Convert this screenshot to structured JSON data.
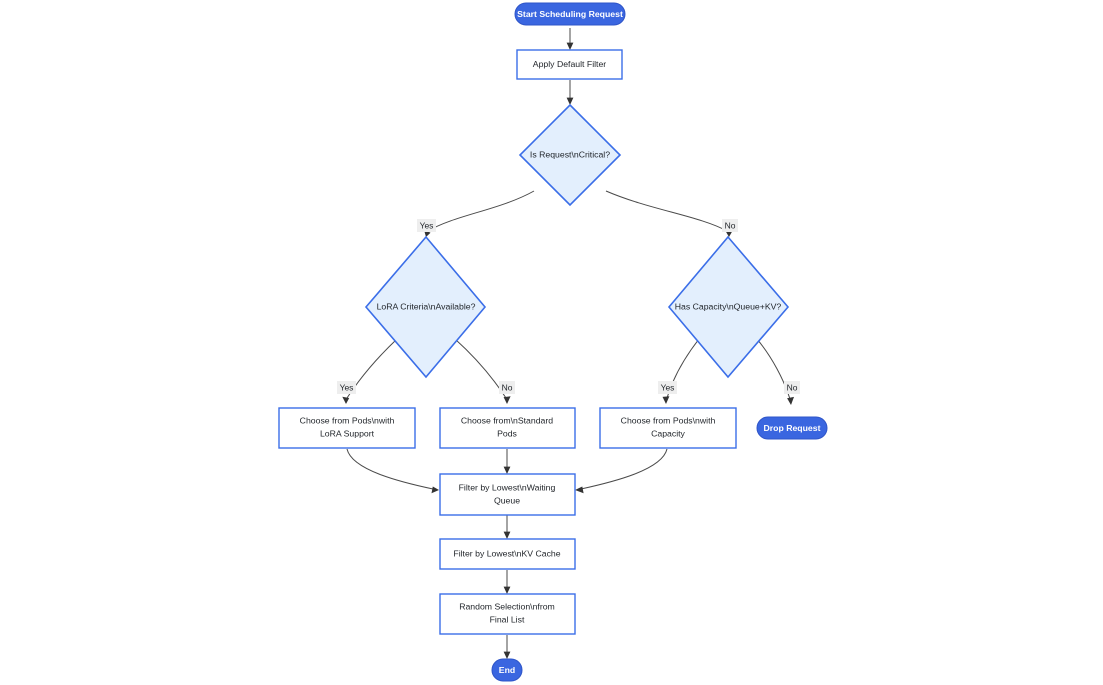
{
  "diagram": {
    "type": "flowchart",
    "title": "",
    "orientation": "top-down",
    "colors": {
      "accent": "#3a66e0",
      "node_border": "#3b6ee8",
      "decision_fill": "#e3effd",
      "process_fill": "#ffffff",
      "edge": "#4a4a4a",
      "edge_label_bg": "#eeeeee",
      "text": "#1f2328",
      "pill_text": "#ffffff",
      "background": "#ffffff"
    },
    "nodes": {
      "start": {
        "label": "Start Scheduling Request",
        "shape": "pill"
      },
      "apply_default_filter": {
        "label": "Apply Default Filter",
        "shape": "rect"
      },
      "is_request_critical": {
        "label": "Is Request\\nCritical?",
        "shape": "diamond"
      },
      "lora_criteria_available": {
        "label": "LoRA Criteria\\nAvailable?",
        "shape": "diamond"
      },
      "has_capacity": {
        "label": "Has Capacity\\nQueue+KV?",
        "shape": "diamond"
      },
      "choose_lora_pods_line1": {
        "label": "Choose from Pods\\nwith"
      },
      "choose_lora_pods_line2": {
        "label": "LoRA Support"
      },
      "choose_standard_pods_line1": {
        "label": "Choose from\\nStandard"
      },
      "choose_standard_pods_line2": {
        "label": "Pods"
      },
      "choose_capacity_pods_line1": {
        "label": "Choose from Pods\\nwith"
      },
      "choose_capacity_pods_line2": {
        "label": "Capacity"
      },
      "drop_request": {
        "label": "Drop Request",
        "shape": "pill"
      },
      "filter_waiting_queue_line1": {
        "label": "Filter by Lowest\\nWaiting"
      },
      "filter_waiting_queue_line2": {
        "label": "Queue"
      },
      "filter_kv_cache": {
        "label": "Filter by Lowest\\nKV Cache",
        "shape": "rect"
      },
      "random_selection_line1": {
        "label": "Random Selection\\nfrom"
      },
      "random_selection_line2": {
        "label": "Final List"
      },
      "end": {
        "label": "End",
        "shape": "pill"
      }
    },
    "edge_labels": {
      "critical_yes": "Yes",
      "critical_no": "No",
      "lora_yes": "Yes",
      "lora_no": "No",
      "capacity_yes": "Yes",
      "capacity_no": "No"
    }
  }
}
